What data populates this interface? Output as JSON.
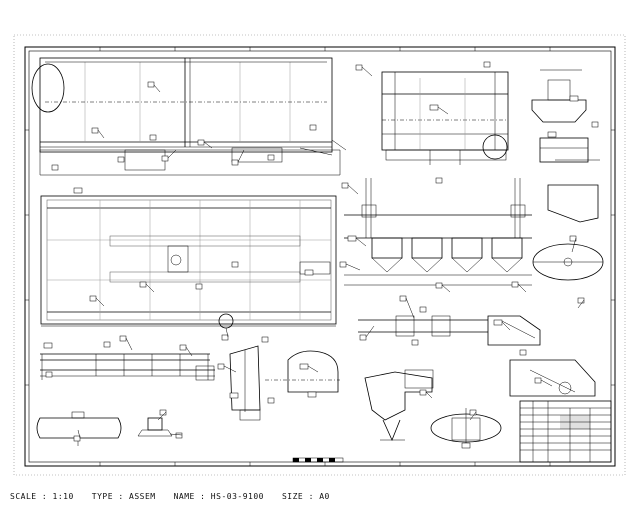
{
  "status_bar": {
    "scale": "SCALE : 1:10",
    "type": "TYPE : ASSEM",
    "name": "NAME : HS-03-9100",
    "size": "SIZE : A0"
  },
  "colors": {
    "background": "#ffffff",
    "line": "#000000"
  }
}
